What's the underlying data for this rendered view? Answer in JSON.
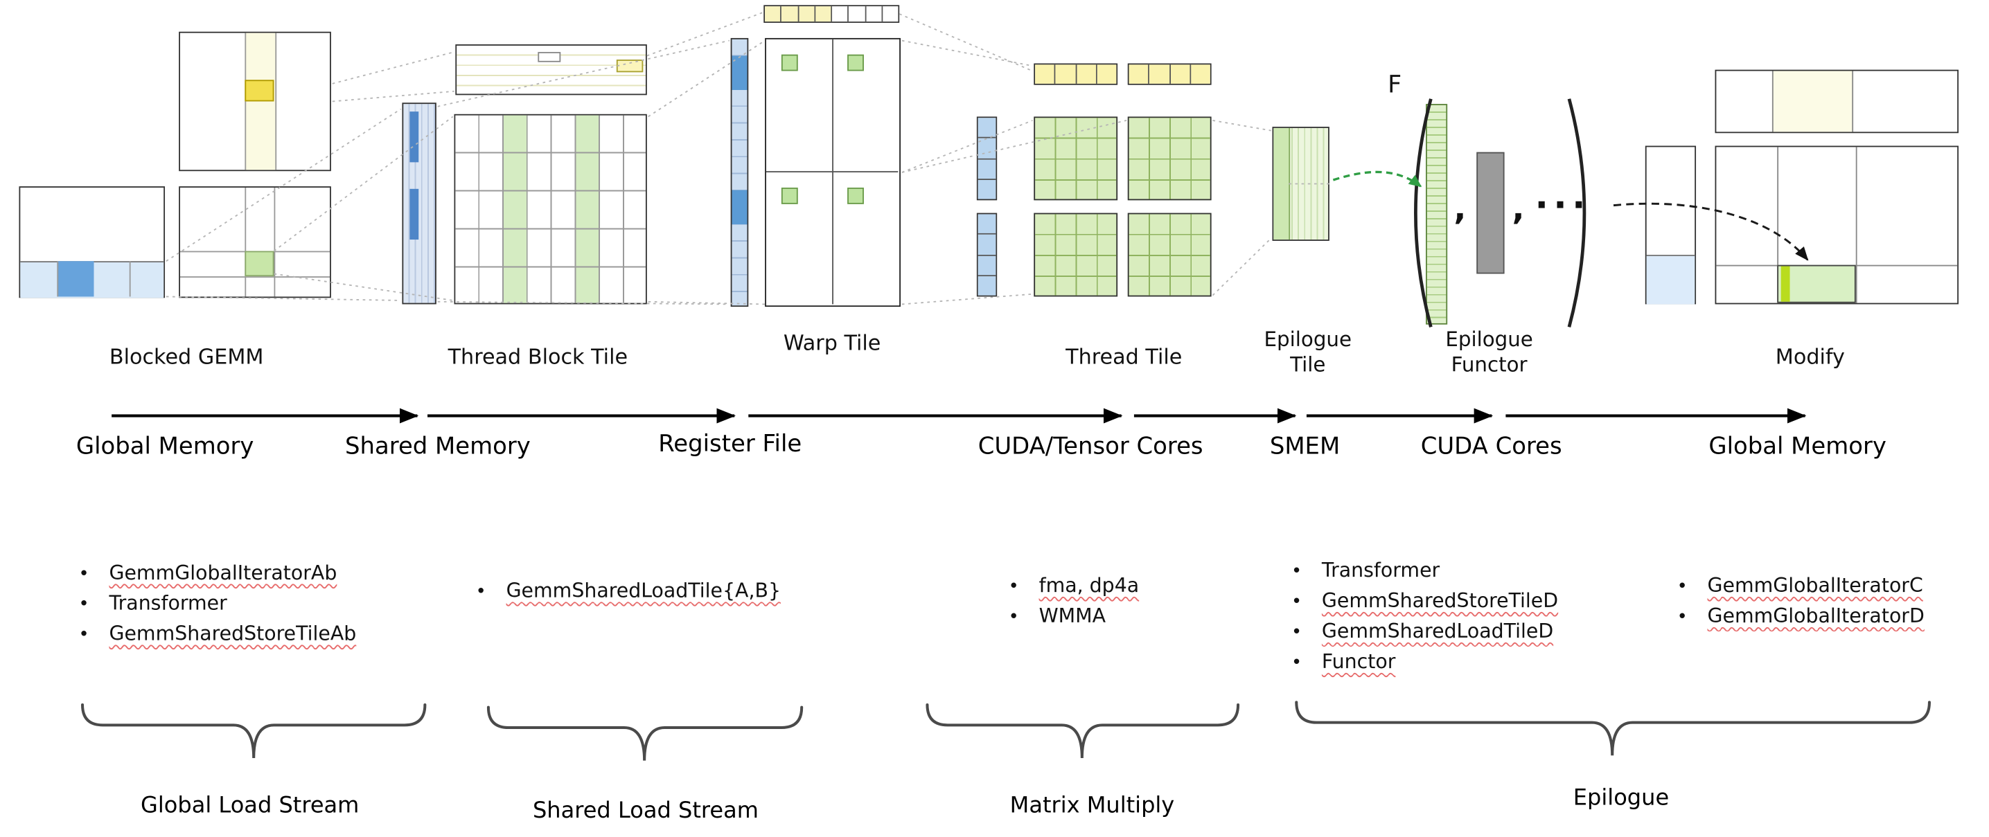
{
  "stages": {
    "blocked_gemm": {
      "label": "Blocked GEMM"
    },
    "thread_block_tile": {
      "label": "Thread Block Tile"
    },
    "warp_tile": {
      "label": "Warp Tile"
    },
    "thread_tile": {
      "label": "Thread Tile"
    },
    "epilogue_tile": {
      "label": "Epilogue Tile"
    },
    "epilogue_functor": {
      "label": "Epilogue Functor",
      "f": "F",
      "comma1": ",",
      "comma2": ",",
      "ellipsis": "..."
    },
    "modify": {
      "label": "Modify"
    }
  },
  "memory_flow": [
    "Global Memory",
    "Shared Memory",
    "Register File",
    "CUDA/Tensor Cores",
    "SMEM",
    "CUDA Cores",
    "Global Memory"
  ],
  "lists": [
    {
      "items": [
        {
          "text": "GemmGlobalIteratorAb",
          "underline": true
        },
        {
          "text": "Transformer",
          "underline": false
        },
        {
          "text": "GemmSharedStoreTileAb",
          "underline": true
        }
      ]
    },
    {
      "items": [
        {
          "text": "GemmSharedLoadTile{A,B}",
          "underline": true
        }
      ]
    },
    {
      "items": [
        {
          "text": "fma, dp4a",
          "underline": true
        },
        {
          "text": "WMMA",
          "underline": false
        }
      ]
    },
    {
      "items": [
        {
          "text": "Transformer",
          "underline": false
        },
        {
          "text": "GemmSharedStoreTileD",
          "underline": true
        },
        {
          "text": "GemmSharedLoadTileD",
          "underline": true
        },
        {
          "text": "Functor",
          "underline": true
        }
      ]
    },
    {
      "items": [
        {
          "text": "GemmGlobalIteratorC",
          "underline": true
        },
        {
          "text": "GemmGlobalIteratorD",
          "underline": true
        }
      ]
    }
  ],
  "streams": [
    "Global Load Stream",
    "Shared Load Stream",
    "Matrix Multiply",
    "Epilogue"
  ],
  "bullet_glyph": "•",
  "colors": {
    "yellow_highlight": "#f2de4e",
    "pale_yellow": "#faf3ae",
    "blue_highlight": "#5b9bd5",
    "light_blue": "#d9e9f8",
    "green_tile": "#d5ecc2",
    "pale_green": "#edf6de",
    "vivid_green_bar": "#b9dc1e",
    "gray_block": "#9b9b9b",
    "green_arrow": "#2f9e44"
  }
}
